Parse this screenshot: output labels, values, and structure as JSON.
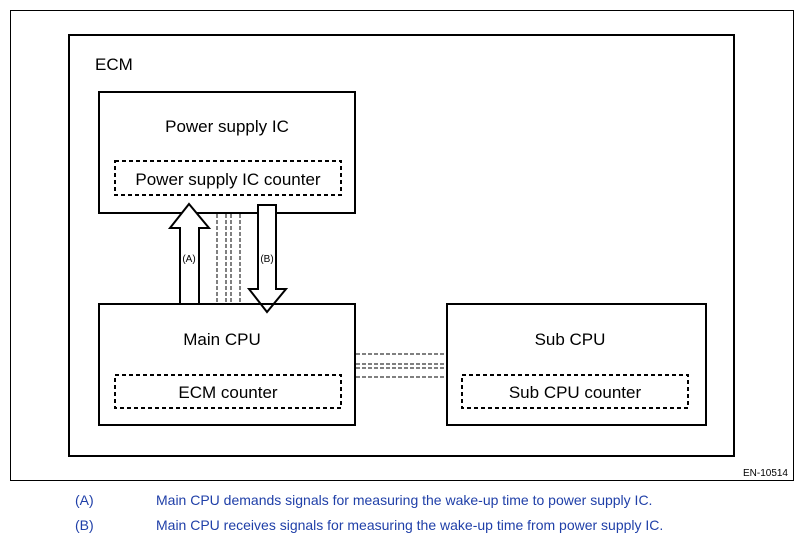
{
  "diagram": {
    "ecm_label": "ECM",
    "power_supply_ic": {
      "title": "Power supply IC",
      "counter_label": "Power supply IC counter"
    },
    "main_cpu": {
      "title": "Main CPU",
      "counter_label": "ECM counter"
    },
    "sub_cpu": {
      "title": "Sub CPU",
      "counter_label": "Sub CPU counter"
    },
    "arrow_a_label": "(A)",
    "arrow_b_label": "(B)",
    "figure_id": "EN-10514"
  },
  "legend": [
    {
      "key": "(A)",
      "text": "Main CPU demands signals for measuring the wake-up time to power supply IC."
    },
    {
      "key": "(B)",
      "text": "Main CPU receives signals for measuring the wake-up time from power supply IC."
    }
  ],
  "colors": {
    "legend_text": "#1f3fa8",
    "lines": "#000000"
  }
}
